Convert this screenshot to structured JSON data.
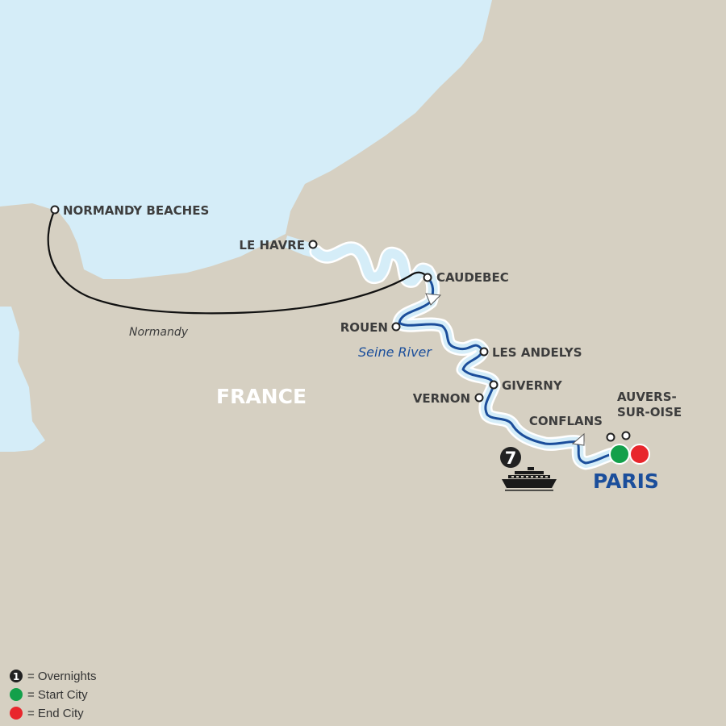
{
  "colors": {
    "land": "#d6d0c2",
    "sea": "#d5edf8",
    "river_fill": "#d5edf8",
    "river_edge": "#ffffff",
    "route": "#1b4e9b",
    "land_route": "#111111",
    "start": "#13a04a",
    "end": "#e8262c",
    "badge": "#222222"
  },
  "map": {
    "country_label": "FRANCE",
    "region_label": "Normandy",
    "river_label": "Seine River",
    "capital_label": "PARIS"
  },
  "cities": [
    {
      "id": "normandy-beaches",
      "name": "NORMANDY BEACHES"
    },
    {
      "id": "le-havre",
      "name": "LE HAVRE"
    },
    {
      "id": "caudebec",
      "name": "CAUDEBEC"
    },
    {
      "id": "rouen",
      "name": "ROUEN"
    },
    {
      "id": "les-andelys",
      "name": "LES ANDELYS"
    },
    {
      "id": "giverny",
      "name": "GIVERNY"
    },
    {
      "id": "vernon",
      "name": "VERNON"
    },
    {
      "id": "conflans",
      "name": "CONFLANS"
    },
    {
      "id": "auvers-line1",
      "name": "AUVERS-"
    },
    {
      "id": "auvers-line2",
      "name": "SUR-OISE"
    }
  ],
  "overnights": {
    "count": "7",
    "icon": "cruise-ship-icon"
  },
  "legend": [
    {
      "marker": "1",
      "label": "= Overnights"
    },
    {
      "marker": "",
      "label": "= Start City"
    },
    {
      "marker": "",
      "label": "= End City"
    }
  ]
}
